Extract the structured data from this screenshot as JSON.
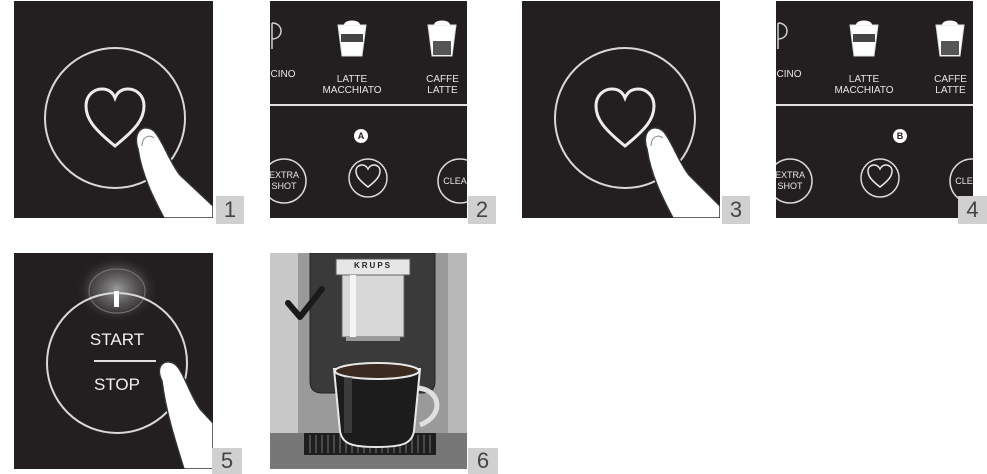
{
  "steps": [
    "1",
    "2",
    "3",
    "4",
    "5",
    "6"
  ],
  "menu": {
    "cappuccino_partial": "CINO",
    "latte_macchiato": [
      "LATTE",
      "MACCHIATO"
    ],
    "caffe_latte": [
      "CAFFE",
      "LATTE"
    ],
    "extra_shot": [
      "EXTRA",
      "SHOT"
    ],
    "clean_partial": "CLEA"
  },
  "markers": {
    "a": "A",
    "b": "B"
  },
  "start_stop": {
    "start": "START",
    "stop": "STOP"
  },
  "machine": {
    "brand": "KRUPS"
  },
  "icons": [
    "heart-icon",
    "finger-icon",
    "latte-macchiato-glass-icon",
    "caffe-latte-glass-icon",
    "checkmark-icon",
    "coffee-cup-icon"
  ]
}
